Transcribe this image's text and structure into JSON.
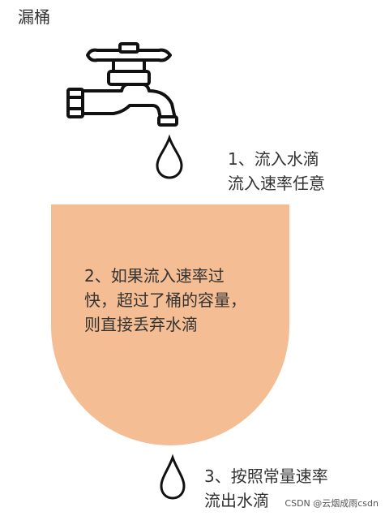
{
  "title": "漏桶",
  "labels": {
    "inflow": {
      "line1": "1、流入水滴",
      "line2": "流入速率任意"
    },
    "bucket": {
      "line1": "2、如果流入速率过",
      "line2": "快，超过了桶的容量，",
      "line3": "则直接丢弃水滴"
    },
    "outflow": {
      "line1": "3、按照常量速率",
      "line2": "流出水滴"
    }
  },
  "watermark": "CSDN @云烟成雨csdn",
  "colors": {
    "bucket_fill": "#f4bd93",
    "outline": "#111111",
    "text": "#333333"
  },
  "icons": {
    "faucet": "faucet-icon",
    "drop": "water-drop-icon"
  }
}
